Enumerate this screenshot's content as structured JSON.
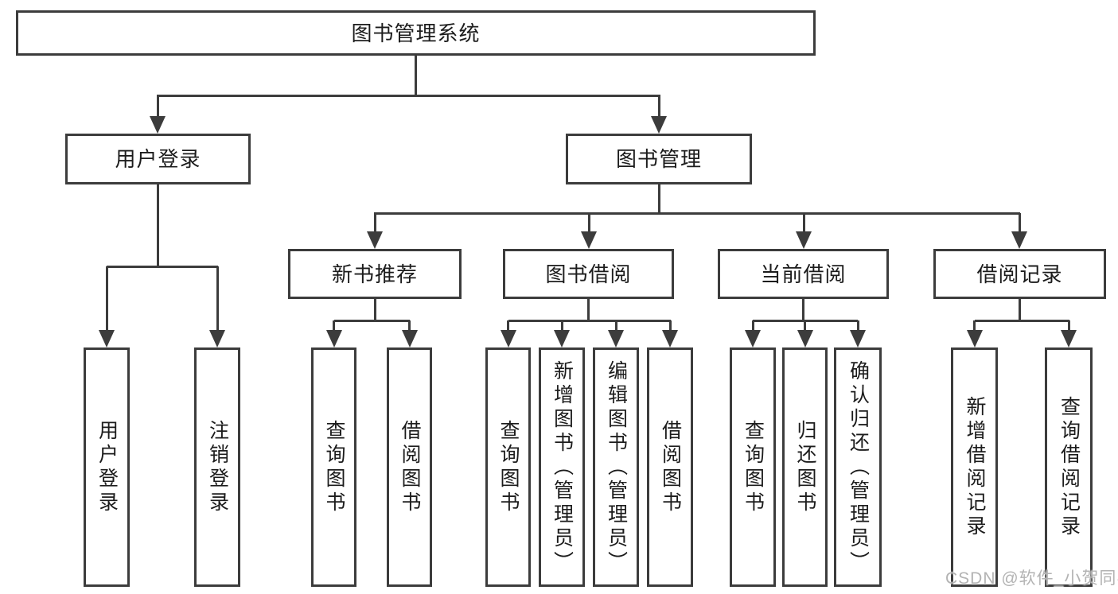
{
  "diagram": {
    "title": "图书管理系统",
    "level2": [
      "用户登录",
      "图书管理"
    ],
    "level3": [
      "新书推荐",
      "图书借阅",
      "当前借阅",
      "借阅记录"
    ],
    "leaves_user_login": [
      "用户登录",
      "注销登录"
    ],
    "leaves_new_book": [
      "查询图书",
      "借阅图书"
    ],
    "leaves_book_borrow": [
      "查询图书",
      "新增图书（管理员）",
      "编辑图书（管理员）",
      "借阅图书"
    ],
    "leaves_current_borrow": [
      "查询图书",
      "归还图书",
      "确认归还（管理员）"
    ],
    "leaves_borrow_records": [
      "新增借阅记录",
      "查询借阅记录"
    ]
  },
  "watermark": {
    "text": "CSDN @软件_小贺同学"
  },
  "colors": {
    "line": "#3c3c3c",
    "text": "#1c1c1c",
    "watermark": "#b3b3b3",
    "background": "#ffffff"
  }
}
